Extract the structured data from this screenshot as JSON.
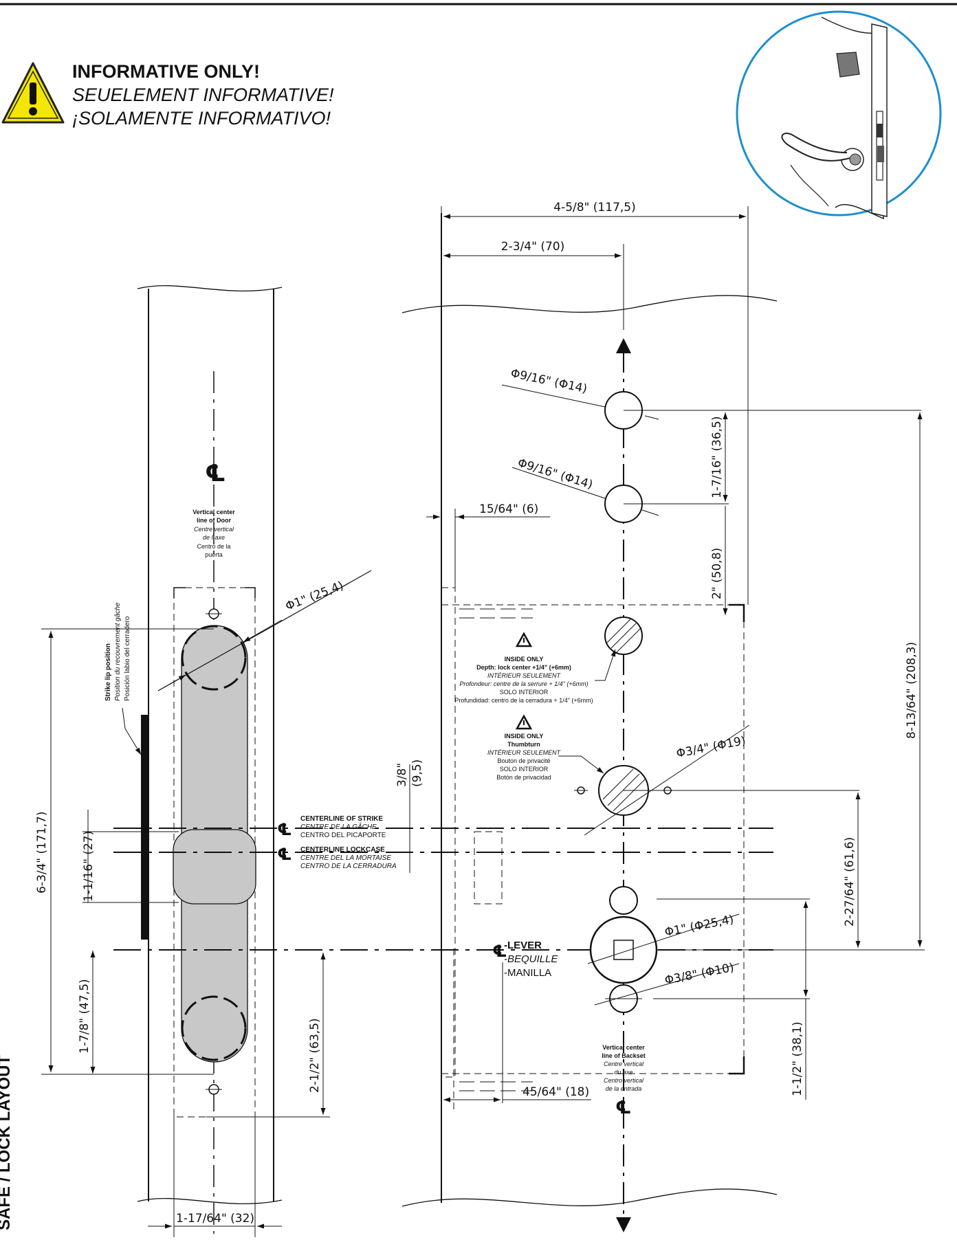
{
  "header": {
    "warning_en": "INFORMATIVE ONLY!",
    "warning_fr": "SEUELEMENT INFORMATIVE!",
    "warning_es": "¡SOLAMENTE INFORMATIVO!"
  },
  "side_title": "SAFE / LOCK LAYOUT",
  "dimensions": {
    "overall_backset": "4-5/8\" (117,5)",
    "backset": "2-3/4\" (70)",
    "edge_offset": "15/64\" (6)",
    "lever_offset": "45/64\" (18)",
    "hole_top_1": "Φ9/16\" (Φ14)",
    "hole_top_2": "Φ9/16\" (Φ14)",
    "spacing_36": "1-7/16\" (36,5)",
    "spacing_50": "2\" (50,8)",
    "total_208": "8-13/64\" (208,3)",
    "thumbturn_hole": "Φ3/4\" (Φ19)",
    "thumbturn_to_lever": "2-27/64\" (61,6)",
    "lever_hole": "Φ1\" (Φ25,4)",
    "screw_hole": "Φ3/8\" (Φ10)",
    "lever_to_bottom": "1-1/2\" (38,1)",
    "strike_offset_a": "3/8\"",
    "strike_offset_b": "(9,5)",
    "cutout_dia": "Φ1\" (25,4)",
    "strike_height": "6-3/4\" (171,7)",
    "strike_width": "1-1/16\" (27)",
    "lower_hole": "1-7/8\" (47,5)",
    "lever_to_hole": "2-1/2\" (63,5)",
    "door_width": "1-17/64\" (32)"
  },
  "labels": {
    "vertical_center_door": [
      "Vertical center",
      "line of Door",
      "Centre vertical",
      "de l´axe",
      "Centro de la",
      "puerta"
    ],
    "strike_lip": [
      "Strike lip position",
      "Position du recouvrement gâche",
      "Posición labio del cerradero"
    ],
    "centerline_strike": [
      "CENTERLINE OF STRIKE",
      "CENTRE DE LA GÂCHE",
      "CENTRO DEL PICAPORTE"
    ],
    "centerline_lockcase": [
      "CENTERLINE LOCKCASE",
      "CENTRE DEL LA MORTAISE",
      "CENTRO DE LA CERRADURA"
    ],
    "inside_only_depth": [
      "INSIDE ONLY",
      "Depth: lock center +1/4\" (+6mm)",
      "INTÉRIEUR SEULEMENT",
      "Profondeur: centre de la serrure + 1/4\" (+6mm)",
      "SOLO INTERIOR",
      "Profundidad: centro de la cerradura + 1/4\" (+6mm)"
    ],
    "inside_only_thumbturn": [
      "INSIDE ONLY",
      "Thumbturn",
      "INTÉRIEUR SEULEMENT",
      "Bouton de privacité",
      "SOLO INTERIOR",
      "Botón de privacidad"
    ],
    "lever": [
      "-LEVER",
      "-BEQUILLE",
      "-MANILLA"
    ],
    "vertical_center_backset": [
      "Vertical center",
      "line of Backset",
      "Centre vertical",
      "du axe",
      "Centro vertical",
      "de la entrada"
    ],
    "cl_symbol": "℄"
  },
  "colors": {
    "line": "#111111",
    "cutout_fill": "#c8c8c8",
    "warning_yellow": "#f3e600",
    "circle_blue": "#1c8fd0"
  },
  "icons": [
    "warning-triangle-icon",
    "door-lock-illustration"
  ]
}
